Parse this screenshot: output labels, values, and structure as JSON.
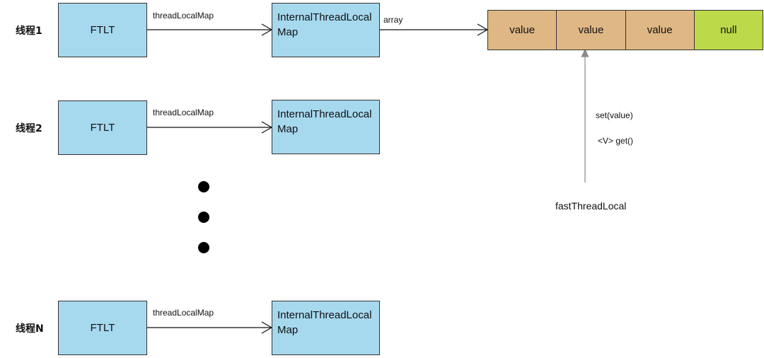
{
  "threads": [
    {
      "label": "线程1",
      "ftlt": "FTLT",
      "edge": "threadLocalMap",
      "map": "InternalThreadLocalMap"
    },
    {
      "label": "线程2",
      "ftlt": "FTLT",
      "edge": "threadLocalMap",
      "map": "InternalThreadLocalMap"
    },
    {
      "label": "线程N",
      "ftlt": "FTLT",
      "edge": "threadLocalMap",
      "map": "InternalThreadLocalMap"
    }
  ],
  "array": {
    "edge_label": "array",
    "cells": [
      {
        "text": "value",
        "kind": "value"
      },
      {
        "text": "value",
        "kind": "value"
      },
      {
        "text": "value",
        "kind": "value"
      },
      {
        "text": "null",
        "kind": "null"
      }
    ]
  },
  "accessor": {
    "name": "fastThreadLocal",
    "set_label": "set(value)",
    "get_label": "<V> get()"
  },
  "colors": {
    "thread_box": "#a6d8ee",
    "value_cell": "#dfb784",
    "null_cell": "#bcd94a",
    "line": "#111111",
    "accessor_line": "#8a8a8a"
  }
}
